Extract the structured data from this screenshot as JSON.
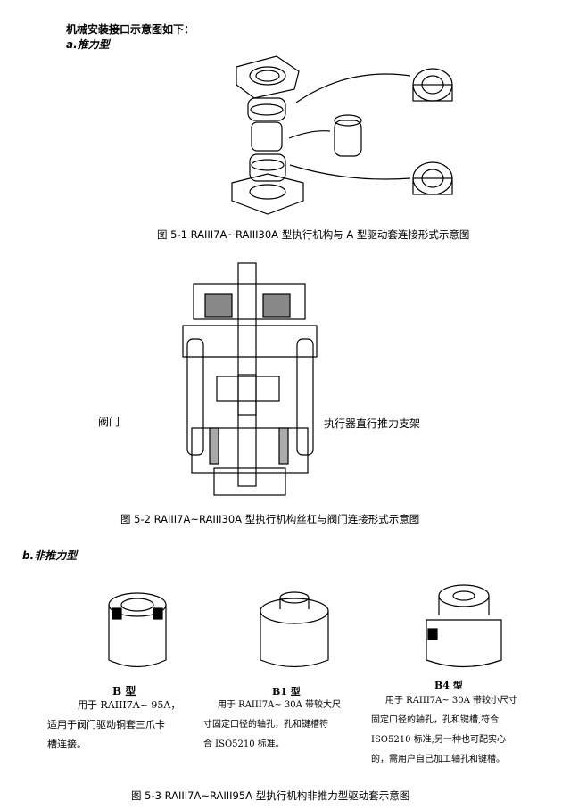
{
  "intro": "机械安装接口示意图如下：",
  "section_a": "a.推力型",
  "fig1_caption": "图 5-1    RAIII7A~RAIII30A 型执行机构与 A 型驱动套连接形式示意图",
  "fig2": {
    "label_valve": "阀门",
    "label_bracket": "执行器直行推力支架",
    "caption": "图 5-2 RAIII7A~RAIII30A 型执行机构丝杠与阀门连接形式示意图"
  },
  "section_b": "b.非推力型",
  "types": [
    {
      "title": "B 型",
      "lines": [
        "用于 RAIII7A~ 95A，",
        "适用于阀门驱动铜套三爪卡",
        "槽连接。"
      ]
    },
    {
      "title": "B1 型",
      "lines": [
        "用于 RAIII7A~ 30A 带较大尺",
        "寸固定口径的轴孔，孔和键槽符",
        "合 ISO5210 标准。"
      ]
    },
    {
      "title": "B4 型",
      "lines": [
        "用于 RAIII7A~ 30A 带较小尺寸",
        "固定口径的轴孔，孔和键槽,符合",
        "ISO5210  标准;另一种也可配实心",
        "的，需用户自己加工轴孔和键槽。"
      ]
    }
  ],
  "fig3_caption": "图 5-3 RAIII7A~RAIII95A 型执行机构非推力型驱动套示意图"
}
